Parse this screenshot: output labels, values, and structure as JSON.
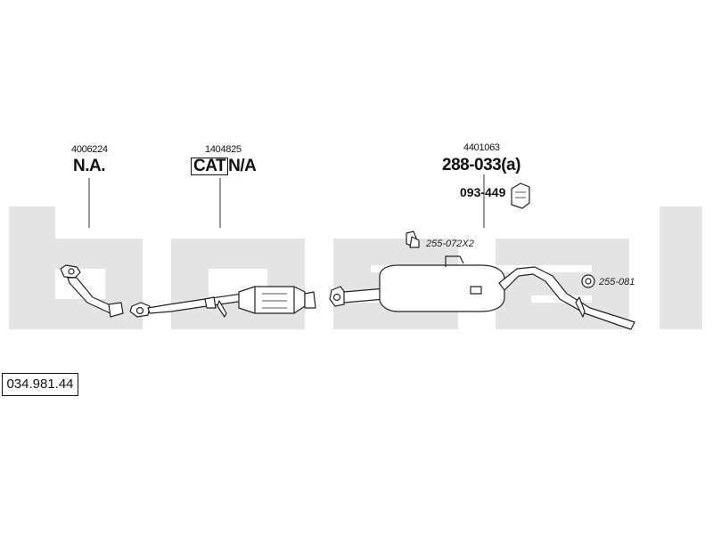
{
  "parts": {
    "front_pipe": {
      "number": "4006224",
      "code": "N.A."
    },
    "catalyst": {
      "number": "1404825",
      "code_box": "CAT",
      "code": "N/A"
    },
    "rear_silencer": {
      "number": "4401063",
      "code": "288-033(a)",
      "kit": "093-449"
    }
  },
  "accessories": {
    "mount": "255-072X2",
    "ring": "255-081"
  },
  "reference": "034.981.44",
  "watermark": "bosal",
  "colors": {
    "watermark": "#e4e4e4",
    "line": "#222222"
  }
}
